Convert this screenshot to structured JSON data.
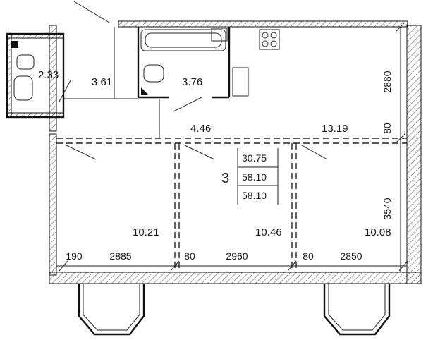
{
  "apartment": {
    "room_count": "3",
    "summary": [
      "30.75",
      "58.10",
      "58.10"
    ]
  },
  "rooms": [
    {
      "id": "bathroom-small",
      "area": "2.33"
    },
    {
      "id": "corridor",
      "area": "3.61"
    },
    {
      "id": "bathroom",
      "area": "3.76"
    },
    {
      "id": "hall",
      "area": "4.46"
    },
    {
      "id": "kitchen",
      "area": "13.19"
    },
    {
      "id": "bedroom-left",
      "area": "10.21"
    },
    {
      "id": "bedroom-middle",
      "area": "10.46"
    },
    {
      "id": "bedroom-right",
      "area": "10.08"
    }
  ],
  "dimensions": {
    "kitchen_depth": "2880",
    "partition_right": "80",
    "rooms_depth": "3540",
    "bottom": [
      "190",
      "2885",
      "80",
      "2960",
      "80",
      "2850"
    ]
  },
  "colors": {
    "line": "#111111",
    "background": "#ffffff"
  }
}
